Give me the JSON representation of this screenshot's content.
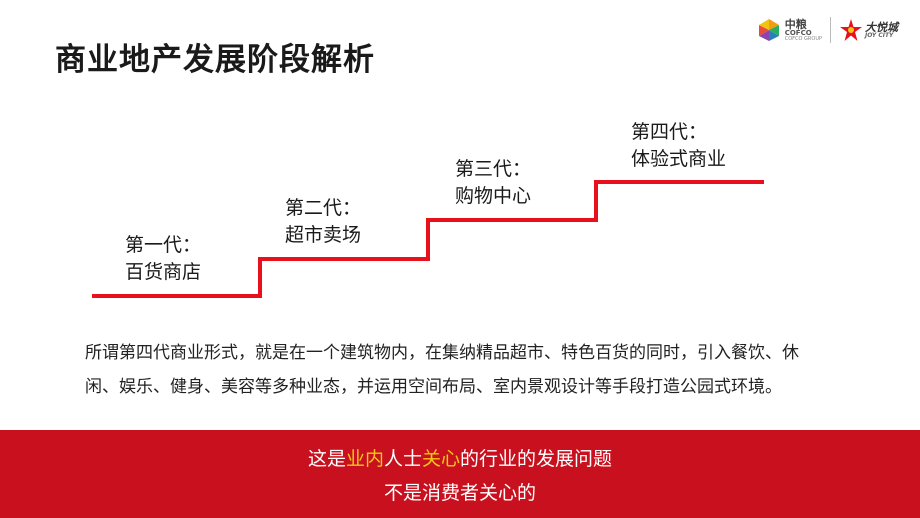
{
  "title": "商业地产发展阶段解析",
  "logos": {
    "cofco_cn": "中粮",
    "cofco_en": "COFCO",
    "cofco_sub": "COFCO GROUP",
    "joycity_cn": "大悦城",
    "joycity_en": "JOY CITY"
  },
  "stages": [
    {
      "gen": "第一代：",
      "name": "百货商店"
    },
    {
      "gen": "第二代：",
      "name": "超市卖场"
    },
    {
      "gen": "第三代：",
      "name": "购物中心"
    },
    {
      "gen": "第四代：",
      "name": "体验式商业"
    }
  ],
  "description": "所谓第四代商业形式，就是在一个建筑物内，在集纳精品超市、特色百货的同时，引入餐饮、休闲、娱乐、健身、美容等多种业态，并运用空间布局、室内景观设计等手段打造公园式环境。",
  "banner": {
    "line1_a": "这是",
    "line1_b": "业内",
    "line1_c": "人士",
    "line1_d": "关心",
    "line1_e": "的行业的发展问题",
    "line2": "不是消费者关心的"
  },
  "colors": {
    "accent_red": "#c8101e",
    "step_line": "#e8101c",
    "highlight": "#f5c518"
  }
}
